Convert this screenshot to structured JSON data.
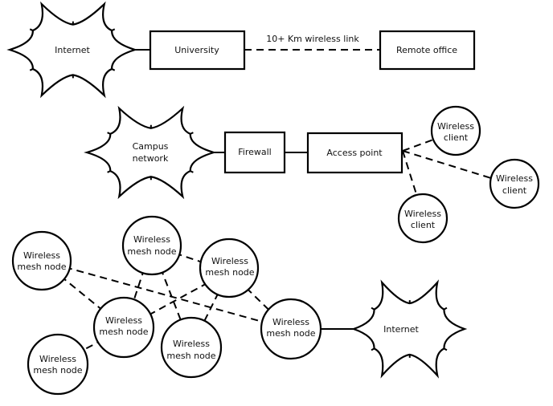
{
  "diagrams": [
    {
      "id": "point-to-point",
      "nodes": [
        {
          "id": "internet-1",
          "type": "cloud",
          "label": "Internet"
        },
        {
          "id": "university",
          "type": "box",
          "label": "University"
        },
        {
          "id": "remote-office",
          "type": "box",
          "label": "Remote office"
        }
      ],
      "edges": [
        {
          "from": "internet-1",
          "to": "university",
          "style": "solid",
          "label": ""
        },
        {
          "from": "university",
          "to": "remote-office",
          "style": "dashed",
          "label": "10+ Km wireless link"
        }
      ]
    },
    {
      "id": "point-to-multipoint",
      "nodes": [
        {
          "id": "campus",
          "type": "cloud",
          "label": "Campus network"
        },
        {
          "id": "firewall",
          "type": "box",
          "label": "Firewall"
        },
        {
          "id": "access-point",
          "type": "box",
          "label": "Access point"
        },
        {
          "id": "client-1",
          "type": "circle",
          "label": "Wireless client"
        },
        {
          "id": "client-2",
          "type": "circle",
          "label": "Wireless client"
        },
        {
          "id": "client-3",
          "type": "circle",
          "label": "Wireless client"
        }
      ],
      "edges": [
        {
          "from": "campus",
          "to": "firewall",
          "style": "solid"
        },
        {
          "from": "firewall",
          "to": "access-point",
          "style": "solid"
        },
        {
          "from": "access-point",
          "to": "client-1",
          "style": "dashed"
        },
        {
          "from": "access-point",
          "to": "client-2",
          "style": "dashed"
        },
        {
          "from": "access-point",
          "to": "client-3",
          "style": "dashed"
        }
      ]
    },
    {
      "id": "mesh",
      "nodes": [
        {
          "id": "mesh-a",
          "type": "circle",
          "label": "Wireless mesh node"
        },
        {
          "id": "mesh-b",
          "type": "circle",
          "label": "Wireless mesh node"
        },
        {
          "id": "mesh-c",
          "type": "circle",
          "label": "Wireless mesh node"
        },
        {
          "id": "mesh-d",
          "type": "circle",
          "label": "Wireless mesh node"
        },
        {
          "id": "mesh-e",
          "type": "circle",
          "label": "Wireless mesh node"
        },
        {
          "id": "mesh-f",
          "type": "circle",
          "label": "Wireless mesh node"
        },
        {
          "id": "mesh-g",
          "type": "circle",
          "label": "Wireless mesh node"
        },
        {
          "id": "internet-2",
          "type": "cloud",
          "label": "Internet"
        }
      ],
      "edges": [
        {
          "from": "mesh-a",
          "to": "mesh-d",
          "style": "dashed"
        },
        {
          "from": "mesh-a",
          "to": "mesh-f",
          "style": "dashed"
        },
        {
          "from": "mesh-b",
          "to": "mesh-c",
          "style": "dashed"
        },
        {
          "from": "mesh-b",
          "to": "mesh-d",
          "style": "dashed"
        },
        {
          "from": "mesh-b",
          "to": "mesh-e",
          "style": "dashed"
        },
        {
          "from": "mesh-c",
          "to": "mesh-d",
          "style": "dashed"
        },
        {
          "from": "mesh-c",
          "to": "mesh-e",
          "style": "dashed"
        },
        {
          "from": "mesh-c",
          "to": "mesh-f",
          "style": "dashed"
        },
        {
          "from": "mesh-d",
          "to": "mesh-g",
          "style": "dashed"
        },
        {
          "from": "mesh-f",
          "to": "internet-2",
          "style": "solid"
        }
      ]
    }
  ],
  "labels": {
    "internet_top": "Internet",
    "university": "University",
    "wireless_link": "10+ Km wireless link",
    "remote_office": "Remote office",
    "campus_line1": "Campus",
    "campus_line2": "network",
    "firewall": "Firewall",
    "access_point": "Access point",
    "wireless_line": "Wireless",
    "client_line": "client",
    "mesh_line": "mesh node",
    "internet_bottom": "Internet"
  }
}
